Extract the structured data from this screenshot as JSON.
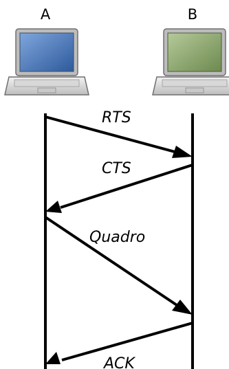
{
  "nodes": [
    {
      "id": "A",
      "label": "A",
      "screen_color": "#4f79b5"
    },
    {
      "id": "B",
      "label": "B",
      "screen_color": "#87a36b"
    }
  ],
  "messages": [
    {
      "label": "RTS",
      "from": "A",
      "to": "B"
    },
    {
      "label": "CTS",
      "from": "B",
      "to": "A"
    },
    {
      "label": "Quadro",
      "from": "A",
      "to": "B"
    },
    {
      "label": "ACK",
      "from": "B",
      "to": "A"
    }
  ],
  "icons": {
    "node": "laptop-icon"
  },
  "colors": {
    "line": "#000000"
  }
}
